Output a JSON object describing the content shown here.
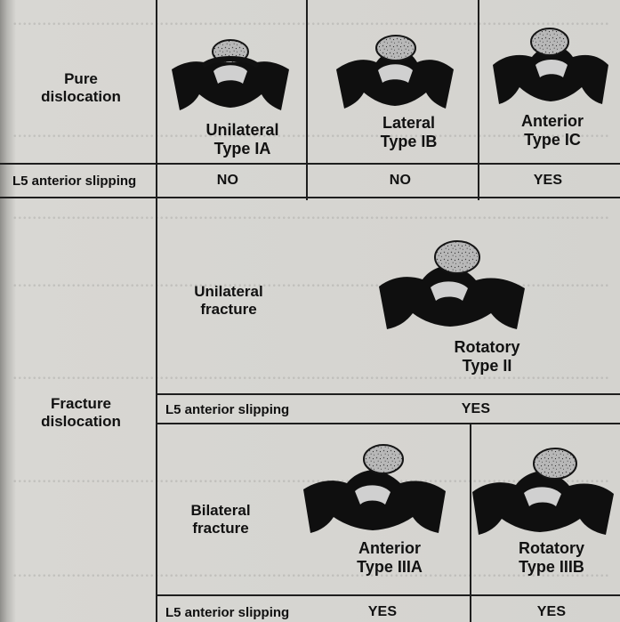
{
  "sections": {
    "pure_dislocation": {
      "title_lines": [
        "Pure",
        "dislocation"
      ],
      "slipping_label": "L5 anterior slipping",
      "columns": [
        {
          "title_lines": [
            "Unilateral",
            "Type IA"
          ],
          "answer": "NO"
        },
        {
          "title_lines": [
            "Lateral",
            "Type IB"
          ],
          "answer": "NO"
        },
        {
          "title_lines": [
            "Anterior",
            "Type IC"
          ],
          "answer": "YES"
        }
      ]
    },
    "fracture_dislocation": {
      "title_lines": [
        "Fracture",
        "dislocation"
      ],
      "unilateral_fracture_lines": [
        "Unilateral",
        "fracture"
      ],
      "rotatory_lines": [
        "Rotatory",
        "Type II"
      ],
      "unilateral_slipping_label": "L5 anterior slipping",
      "unilateral_answer": "YES",
      "bilateral_fracture_lines": [
        "Bilateral",
        "fracture"
      ],
      "bilateral_columns": [
        {
          "title_lines": [
            "Anterior",
            "Type IIIA"
          ],
          "answer": "YES"
        },
        {
          "title_lines": [
            "Rotatory",
            "Type IIIB"
          ],
          "answer": "YES"
        }
      ],
      "bilateral_slipping_label": "L5 anterior slipping"
    }
  }
}
